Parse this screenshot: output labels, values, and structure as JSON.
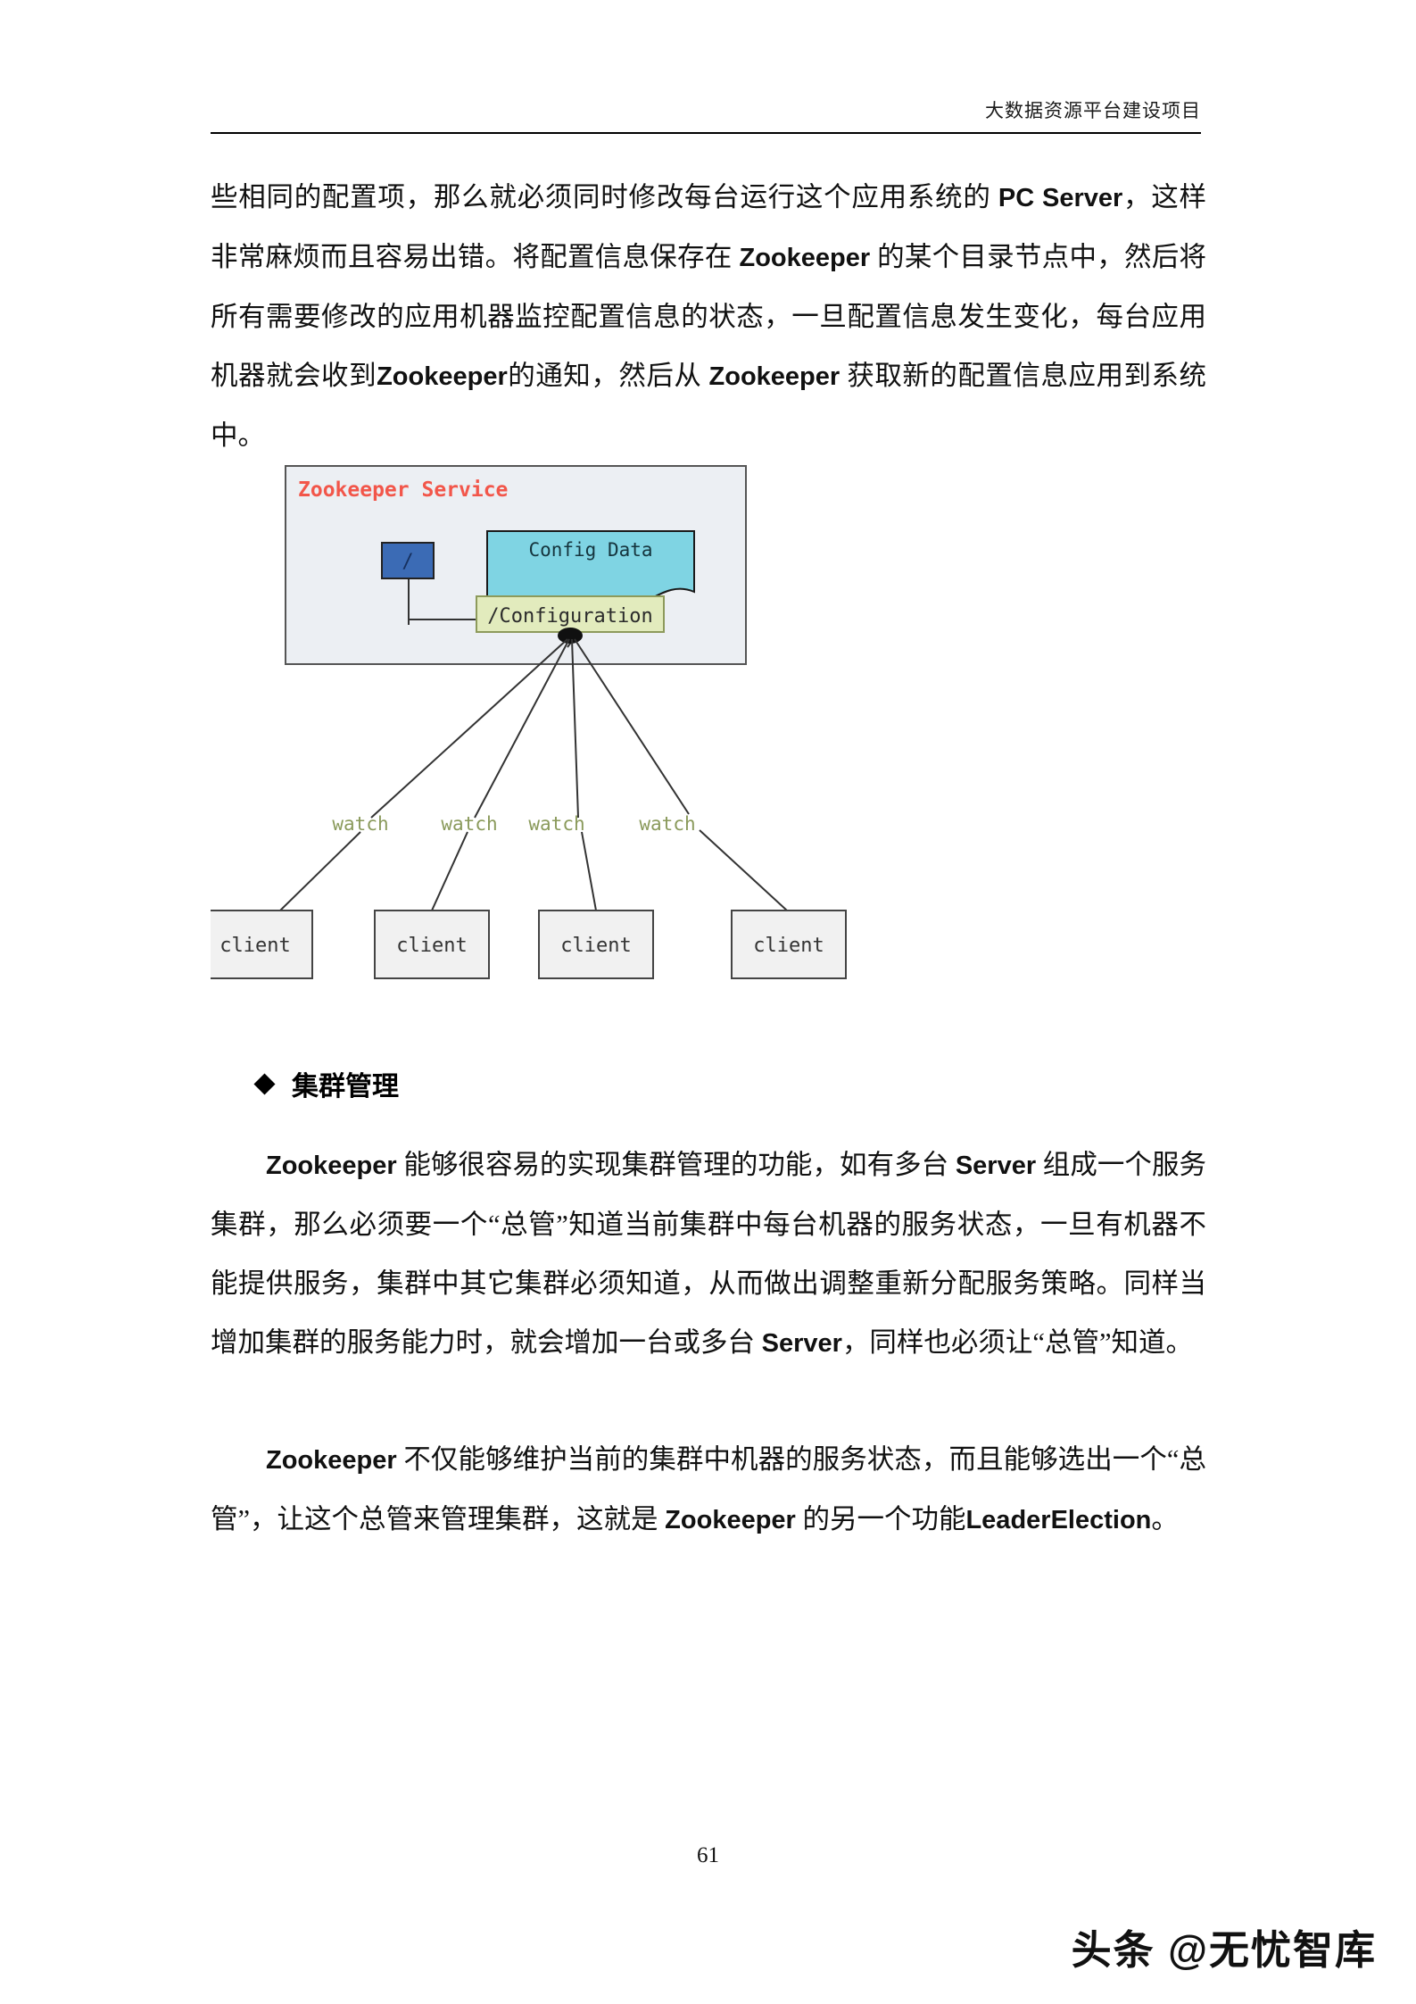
{
  "header": {
    "title": "大数据资源平台建设项目"
  },
  "paragraphs": {
    "p1": {
      "seg1": "些相同的配置项，那么就必须同时修改每台运行这个应用系统的 ",
      "lat1": "PC Server",
      "seg2": "，这样非常麻烦而且容易出错。将配置信息保存在 ",
      "lat2": "Zookeeper",
      "seg3": " 的某个目录节点中，然后将所有需要修改的应用机器监控配置信息的状态，一旦配置信息发生变化，每台应用机器就会收到",
      "lat3": "Zookeeper",
      "seg4": "的通知，然后从 ",
      "lat4": "Zookeeper",
      "seg5": " 获取新的配置信息应用到系统中。"
    },
    "p2": {
      "lat1": "Zookeeper",
      "seg1": " 能够很容易的实现集群管理的功能，如有多台 ",
      "lat2": "Server",
      "seg2": " 组成一个服务集群，那么必须要一个“总管”知道当前集群中每台机器的服务状态，一旦有机器不能提供服务，集群中其它集群必须知道，从而做出调整重新分配服务策略。同样当增加集群的服务能力时，就会增加一台或多台 ",
      "lat3": "Server",
      "seg3": "，同样也必须让“总管”知道。"
    },
    "p3": {
      "lat1": "Zookeeper",
      "seg1": " 不仅能够维护当前的集群中机器的服务状态，而且能够选出一个“总管”，让这个总管来管理集群，这就是 ",
      "lat2": "Zookeeper",
      "seg2": " 的另一个功能",
      "lat3": "LeaderElection",
      "seg3": "。"
    }
  },
  "bullet_heading": {
    "bullet": "◆",
    "label": "集群管理"
  },
  "diagram": {
    "service_box_label": "Zookeeper Service",
    "root_node_label": "/",
    "config_data_label": "Config Data",
    "configuration_node_label": "/Configuration",
    "watch_labels": [
      "watch",
      "watch",
      "watch",
      "watch"
    ],
    "client_labels": [
      "client",
      "client",
      "client",
      "client"
    ],
    "colors": {
      "service_box_fill": "#eceff3",
      "service_box_border": "#555555",
      "root_node_fill": "#3b6bb5",
      "root_node_border": "#222222",
      "config_data_fill": "#7fd4e3",
      "config_data_border": "#1a1a1a",
      "configuration_fill": "#e2ebbd",
      "configuration_border": "#8d9a5b",
      "configuration_text": "#2b2b2b",
      "client_fill": "#f1f1f1",
      "client_border": "#444444",
      "client_text": "#333333",
      "watch_text": "#8a9a5b",
      "service_label_text": "#f2564a",
      "edge": "#333333"
    }
  },
  "footer": {
    "page_number": "61",
    "watermark": "头条 @无忧智库"
  }
}
